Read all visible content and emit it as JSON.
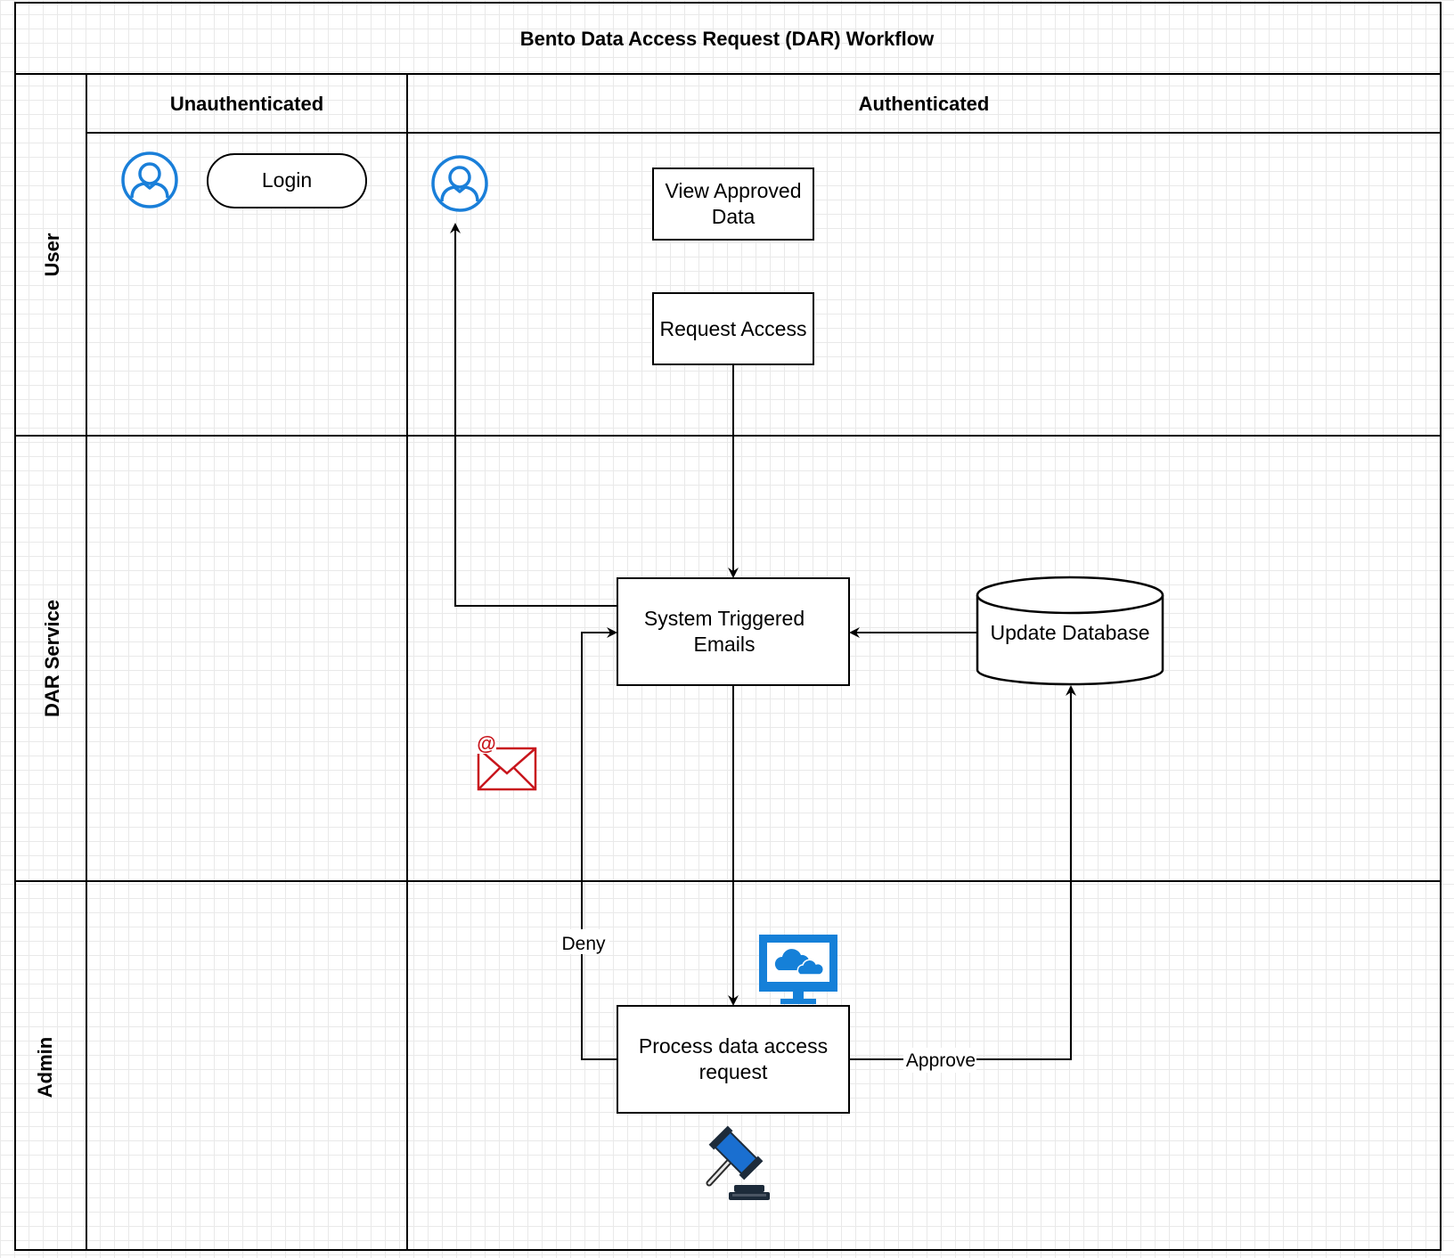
{
  "title": "Bento Data Access Request (DAR) Workflow",
  "columns": {
    "unauthenticated": "Unauthenticated",
    "authenticated": "Authenticated"
  },
  "lanes": {
    "user": "User",
    "dar_service": "DAR Service",
    "admin": "Admin"
  },
  "nodes": {
    "login": "Login",
    "view_approved_line1": "View Approved",
    "view_approved_line2": "Data",
    "request_access": "Request Access",
    "system_emails_line1": "System Triggered",
    "system_emails_line2": "Emails",
    "update_database": "Update Database",
    "process_request_line1": "Process data access",
    "process_request_line2": "request"
  },
  "edge_labels": {
    "deny": "Deny",
    "approve": "Approve"
  },
  "icons": {
    "user_unauth": "user-circle-icon",
    "user_auth": "user-circle-icon",
    "email": "email-at-icon",
    "monitor": "monitor-cloud-icon",
    "gavel": "gavel-icon"
  },
  "colors": {
    "user_icon": "#1a7fd9",
    "email_icon": "#c8161d",
    "monitor_icon": "#1580d8",
    "gavel_blue": "#1a6fd0",
    "grid": "#e9e9e9"
  }
}
